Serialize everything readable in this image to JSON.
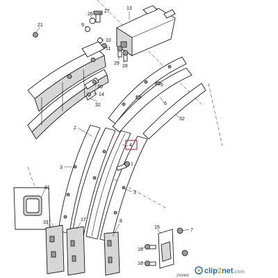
{
  "diagram": {
    "callouts": {
      "c13": "13",
      "c27": "27",
      "c26": "26",
      "c21": "21",
      "c9": "9",
      "c10": "10",
      "c11": "11",
      "c29": "29",
      "c28": "28",
      "c30": "30",
      "c14": "14",
      "c32a": "32",
      "c5": "5",
      "c6": "6",
      "c32b": "32",
      "c4": "4",
      "c2": "2",
      "c1": "1",
      "c3a": "3",
      "c3b": "3",
      "c31": "31",
      "c8": "8",
      "c7": "7",
      "c33": "33",
      "c17": "17",
      "c15": "15",
      "c16": "16"
    },
    "highlighted_callout": "4",
    "highlight_color": "#c0313a",
    "drawing_code": "ZX0460"
  },
  "watermark": {
    "brand_left": "clip",
    "brand_digit": "2",
    "brand_right": "net",
    "brand_suffix": ".com",
    "brand_color": "#1b6fb3",
    "accent_color": "#e8a317"
  }
}
